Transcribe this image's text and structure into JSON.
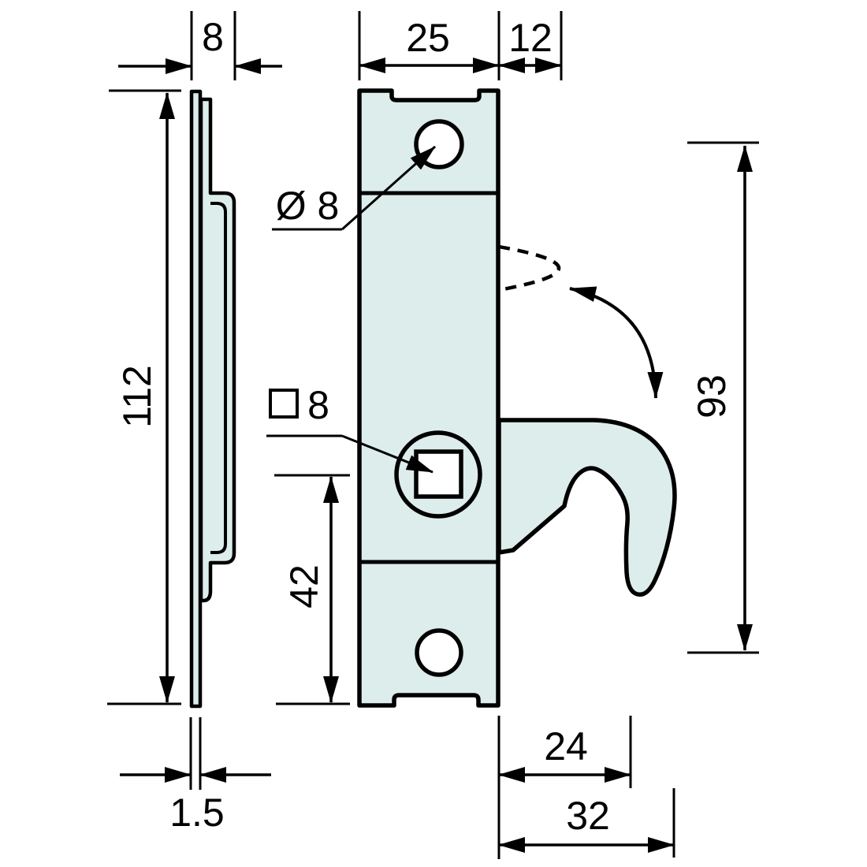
{
  "figure": {
    "background": "#ffffff",
    "part_fill": "#dcedeb",
    "line_color": "#000000"
  },
  "labels": {
    "profile_depth": "8",
    "plate_width": "25",
    "retracted_hook_offset": "12",
    "plate_height": "112",
    "round_hole_diameter": "Ø 8",
    "square_hole_size": "8",
    "square_hole_to_bottom": "42",
    "hook_swing_height": "93",
    "hook_tip_reach": "24",
    "hook_outer_reach": "32",
    "plate_thickness": "1.5"
  }
}
